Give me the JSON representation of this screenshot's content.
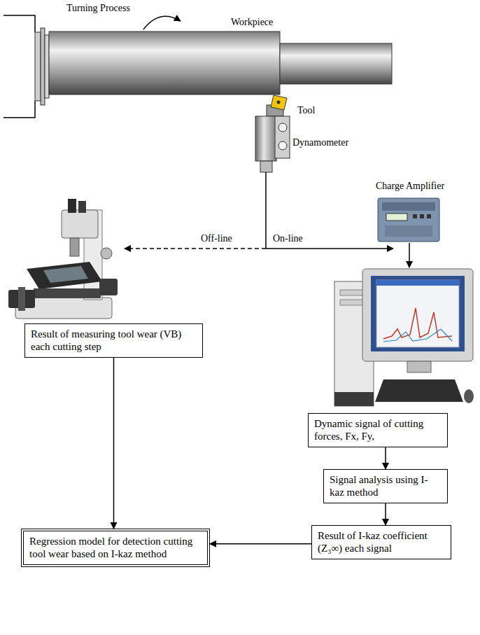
{
  "diagram": {
    "nodes": [
      {
        "text": [
          "Result of measuring tool wear (VB) each cutting step"
        ]
      },
      {
        "text": [
          "Dynamic signal of cutting forces, Fx, Fy,"
        ]
      },
      {
        "text": [
          "Signal analysis using I-kaz method"
        ]
      },
      {
        "text": [
          "Regression model for detection cutting tool wear based on I-kaz method"
        ]
      },
      {
        "text": [
          "Result of I-kaz coefficient (Z₃∞) each signal"
        ]
      }
    ],
    "edges": [
      {
        "from": 0,
        "to": 3,
        "arrow": "to"
      },
      {
        "from": 1,
        "to": 2,
        "arrow": "to"
      },
      {
        "from": 2,
        "to": 4,
        "arrow": "to"
      },
      {
        "from": 4,
        "to": 3,
        "arrow": "to"
      }
    ],
    "labels": [
      "Turning Process",
      "Workpiece",
      "Tool",
      "Dynamometer",
      "Charge Amplifier",
      "Off-line",
      "On-line"
    ]
  }
}
